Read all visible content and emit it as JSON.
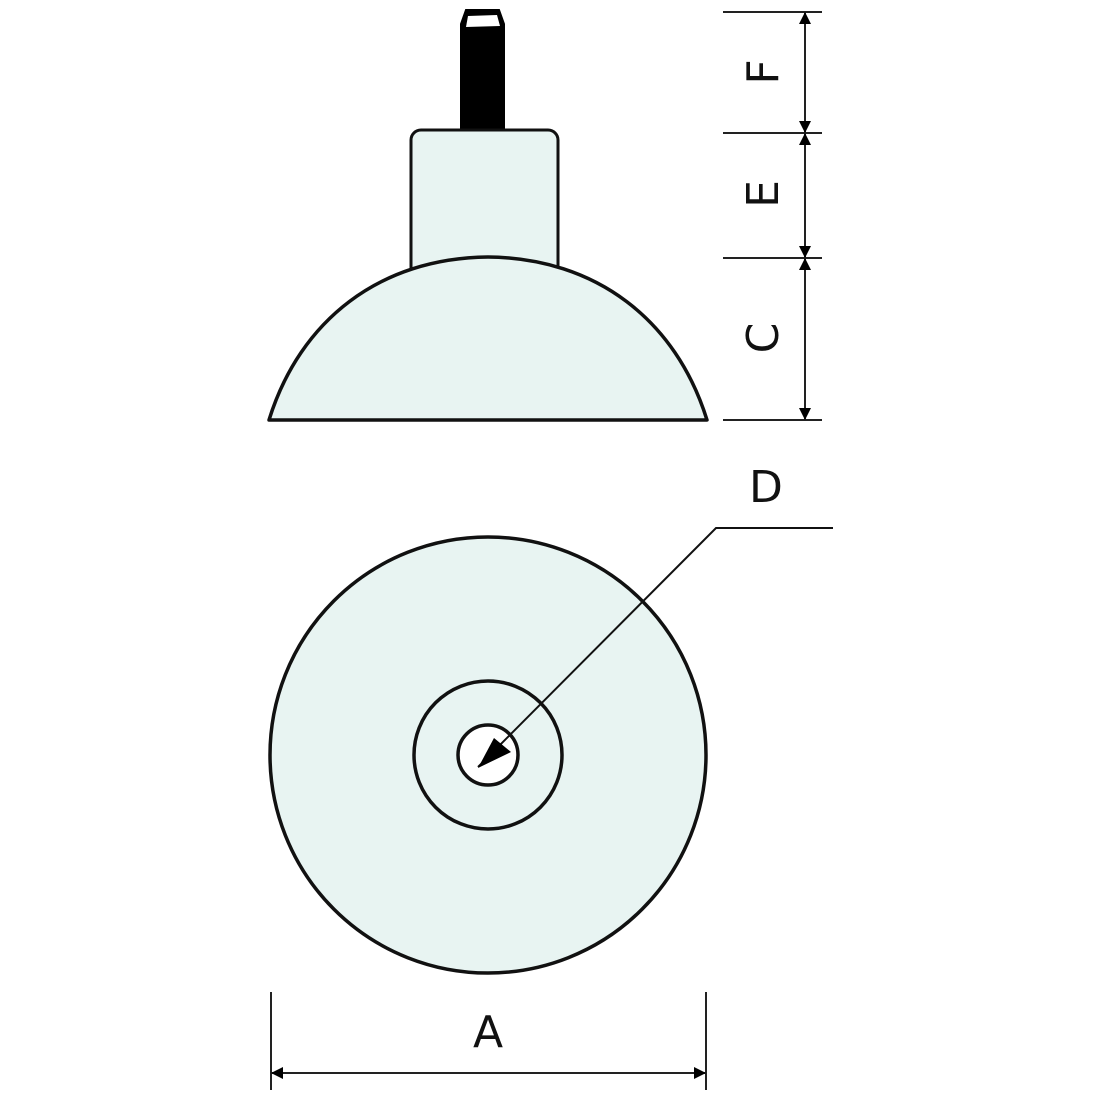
{
  "diagram": {
    "type": "technical-drawing",
    "subject": "leveling foot with threaded stud",
    "colors": {
      "fill": "#e8f4f2",
      "stroke": "#111111",
      "thread": "#000000",
      "hole": "#ffffff"
    },
    "views": {
      "side_view": {
        "parts": [
          "threaded-stud",
          "hex-body",
          "dome-base"
        ]
      },
      "top_view": {
        "parts": [
          "outer-disc",
          "body-circle",
          "center-hole"
        ]
      }
    },
    "dimensions": {
      "A": {
        "label": "A",
        "meaning": "base diameter"
      },
      "C": {
        "label": "C",
        "meaning": "dome height"
      },
      "D": {
        "label": "D",
        "meaning": "stud / hole diameter"
      },
      "E": {
        "label": "E",
        "meaning": "body height"
      },
      "F": {
        "label": "F",
        "meaning": "thread length"
      }
    }
  }
}
